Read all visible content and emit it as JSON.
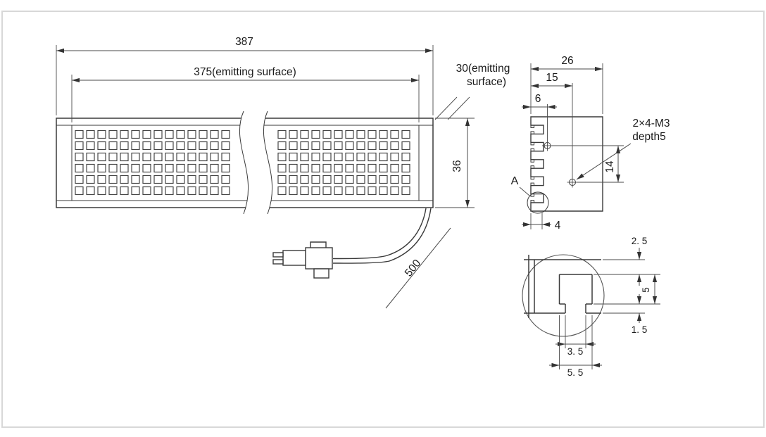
{
  "front_view": {
    "dim_overall_length": "387",
    "dim_emitting_length": "375(emitting surface)",
    "dim_emitting_height_line1": "30(emitting",
    "dim_emitting_height_line2": "surface)",
    "dim_body_height": "36",
    "dim_cable_length": "500"
  },
  "end_view": {
    "dim_overall_width": "26",
    "dim_hole_col2": "15",
    "dim_hole_col1": "6",
    "note_thread_line1": "2×4-M3",
    "note_thread_line2": "depth5",
    "dim_hole_row_spacing": "14",
    "dim_groove_depth": "4",
    "detail_label": "A"
  },
  "detail_a": {
    "dim_top_wall": "2. 5",
    "dim_cavity_depth": "5",
    "dim_lip": "1. 5",
    "dim_opening_width": "3. 5",
    "dim_cavity_width": "5. 5"
  },
  "colors": {
    "line": "#3a3a3a",
    "text": "#1a1a1a"
  }
}
